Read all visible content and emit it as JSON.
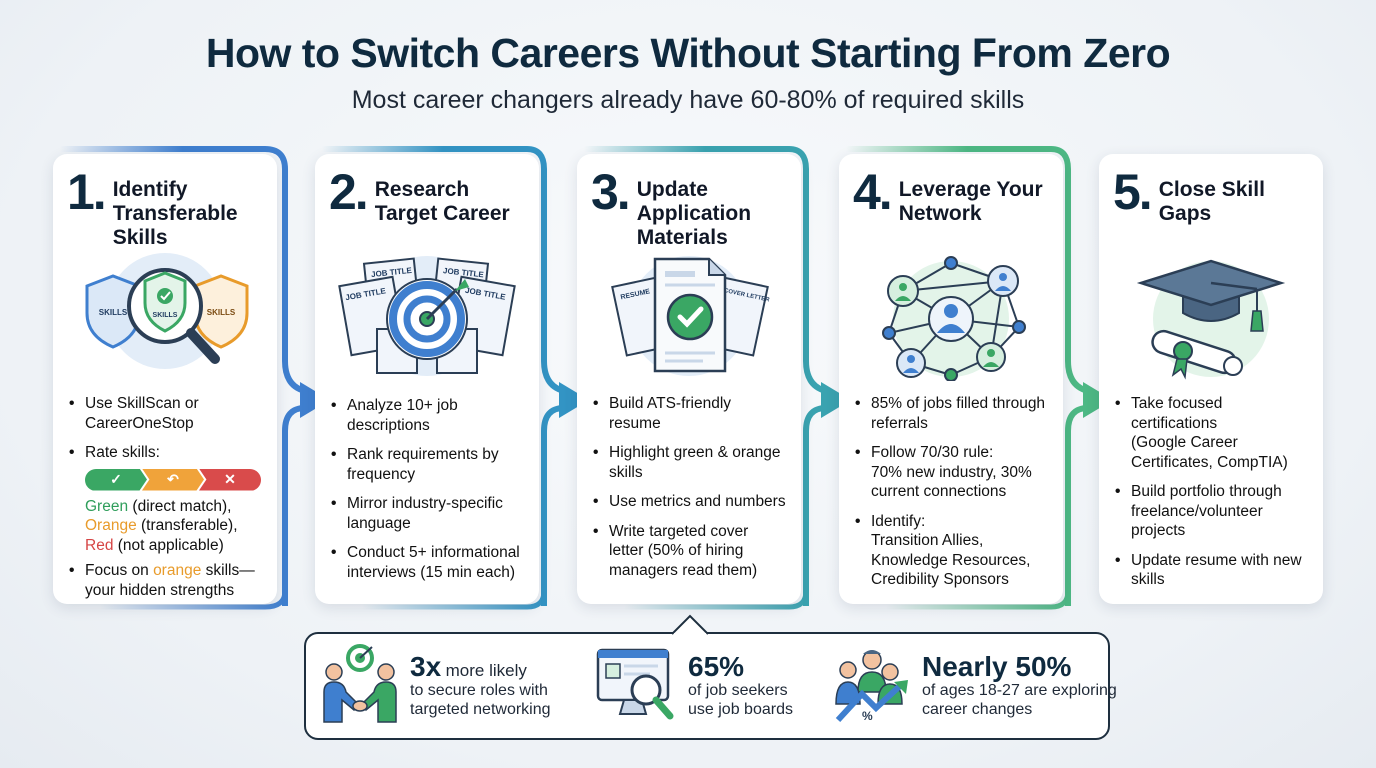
{
  "header": {
    "title": "How to Switch Careers Without Starting From Zero",
    "subtitle": "Most career changers already have 60-80% of required skills"
  },
  "colors": {
    "step1": "#3f7fcf",
    "step2": "#3394c4",
    "step3": "#3aa3b0",
    "step4": "#4db884",
    "green": "#3aa764",
    "orange": "#f0a33a",
    "red": "#d94b4b",
    "navy": "#0f2a3f"
  },
  "steps": [
    {
      "number": "1.",
      "title": "Identify Transferable Skills",
      "icon": "magnifier-shields-icon",
      "illustration_labels": [
        "SKILLS",
        "SKILLS",
        "SKILLS"
      ],
      "bullets": [
        {
          "text": "Use SkillScan or CareerOneStop"
        },
        {
          "text": "Rate skills:"
        },
        {
          "text": "Focus on orange skills— your hidden strengths"
        }
      ],
      "rating": {
        "green_label": "Green",
        "green_desc": "(direct match),",
        "orange_label": "Orange",
        "orange_desc": "(transferable),",
        "red_label": "Red",
        "red_desc": "(not applicable)",
        "icons": [
          "check-icon",
          "undo-icon",
          "x-icon"
        ]
      },
      "focus": {
        "pre": "Focus on ",
        "highlight": "orange",
        "post": " skills— your hidden strengths"
      }
    },
    {
      "number": "2.",
      "title": "Research Target Career",
      "icon": "target-job-postings-icon",
      "illustration_labels": [
        "JOB TITLE",
        "JOB TITLE",
        "JOB TITLE",
        "JOB TITLE"
      ],
      "bullets": [
        {
          "text": "Analyze 10+ job descriptions"
        },
        {
          "text": "Rank requirements by frequency"
        },
        {
          "text": "Mirror industry-specific language"
        },
        {
          "text": "Conduct 5+ informational interviews (15 min each)"
        }
      ]
    },
    {
      "number": "3.",
      "title": "Update Application Materials",
      "icon": "resume-check-icon",
      "illustration_labels": [
        "RESUME",
        "COVER LETTER"
      ],
      "bullets": [
        {
          "text": "Build ATS-friendly resume"
        },
        {
          "text": "Highlight green & orange skills"
        },
        {
          "text": "Use metrics and numbers"
        },
        {
          "text": "Write targeted cover letter (50% of hiring managers read them)"
        }
      ]
    },
    {
      "number": "4.",
      "title": "Leverage Your Network",
      "icon": "network-people-icon",
      "bullets": [
        {
          "text": "85% of jobs filled through referrals"
        },
        {
          "text": "Follow 70/30 rule:",
          "sub": "70% new industry, 30% current connections"
        },
        {
          "text": "Identify:",
          "sub": "Transition Allies, Knowledge Resources, Credibility Sponsors"
        }
      ]
    },
    {
      "number": "5.",
      "title": "Close Skill Gaps",
      "icon": "graduation-cap-diploma-icon",
      "bullets": [
        {
          "text": "Take focused certifications",
          "sub": "(Google Career Certificates, CompTIA)"
        },
        {
          "text": "Build portfolio through freelance/volunteer projects"
        },
        {
          "text": "Update resume with new skills"
        }
      ]
    }
  ],
  "stats": [
    {
      "big": "3x",
      "inline": "more likely",
      "small": "to secure roles with targeted networking",
      "icon": "handshake-target-icon"
    },
    {
      "big": "65%",
      "small": "of job seekers use job boards",
      "icon": "monitor-search-icon"
    },
    {
      "big": "Nearly 50%",
      "small": "of ages 18-27 are exploring career changes",
      "icon": "people-growth-chart-icon"
    }
  ]
}
